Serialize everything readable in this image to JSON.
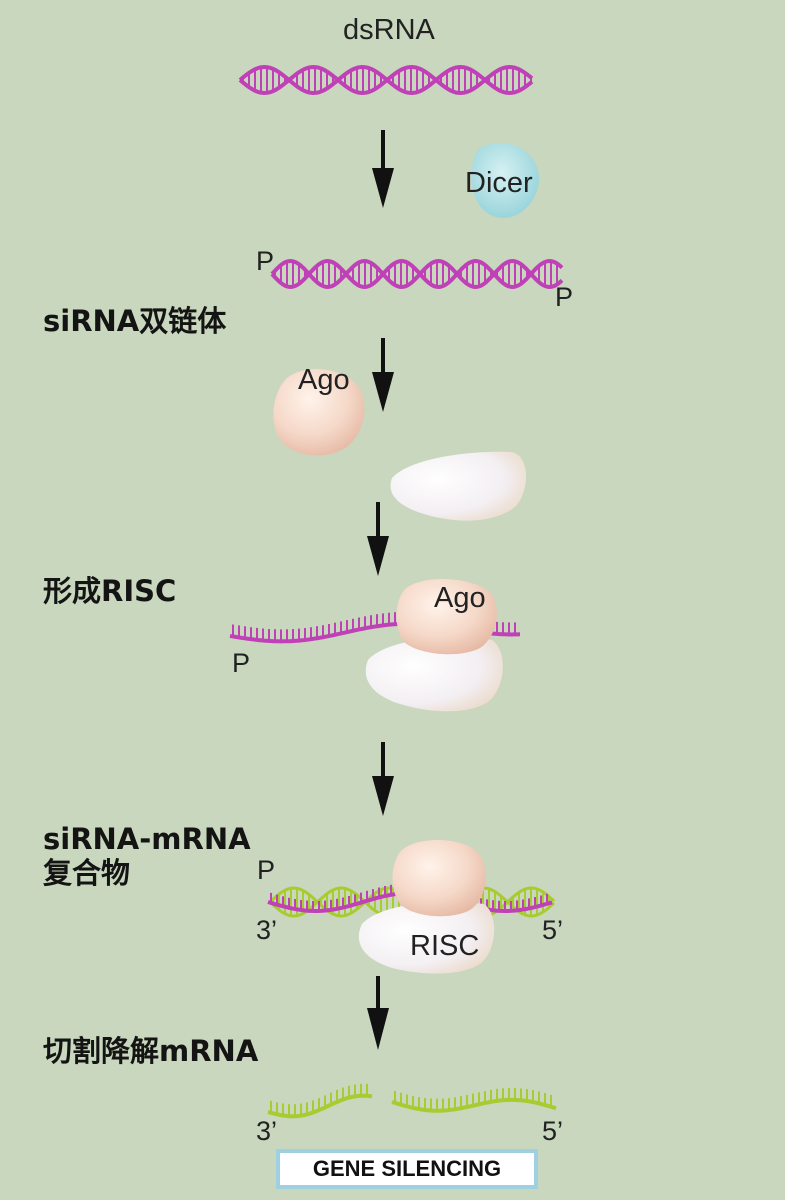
{
  "labels": {
    "dsrna": "dsRNA",
    "dicer": "Dicer",
    "ago_1": "Ago",
    "ago_2": "Ago",
    "risc": "RISC",
    "p_a": "P",
    "p_b": "P",
    "p_c": "P",
    "p_d": "P",
    "end_3_a": "3’",
    "end_5_a": "5’",
    "end_3_b": "3’",
    "end_5_b": "5’"
  },
  "steps": {
    "sirna_duplex": "siRNA双链体",
    "form_risc": "形成RISC",
    "complex_line1": "siRNA-mRNA",
    "complex_line2": "复合物",
    "cleave": "切割降解mRNA"
  },
  "badge": "GENE SILENCING",
  "colors": {
    "background": "#c8d7bd",
    "sirna_strand": "#c040b8",
    "mrna_strand": "#a8cc30",
    "dicer": "#a6dbe2",
    "ago": "#f3d5c4",
    "risc_body": "#f7f4f6",
    "arrow": "#111111",
    "badge_border": "#9fd0e2"
  }
}
